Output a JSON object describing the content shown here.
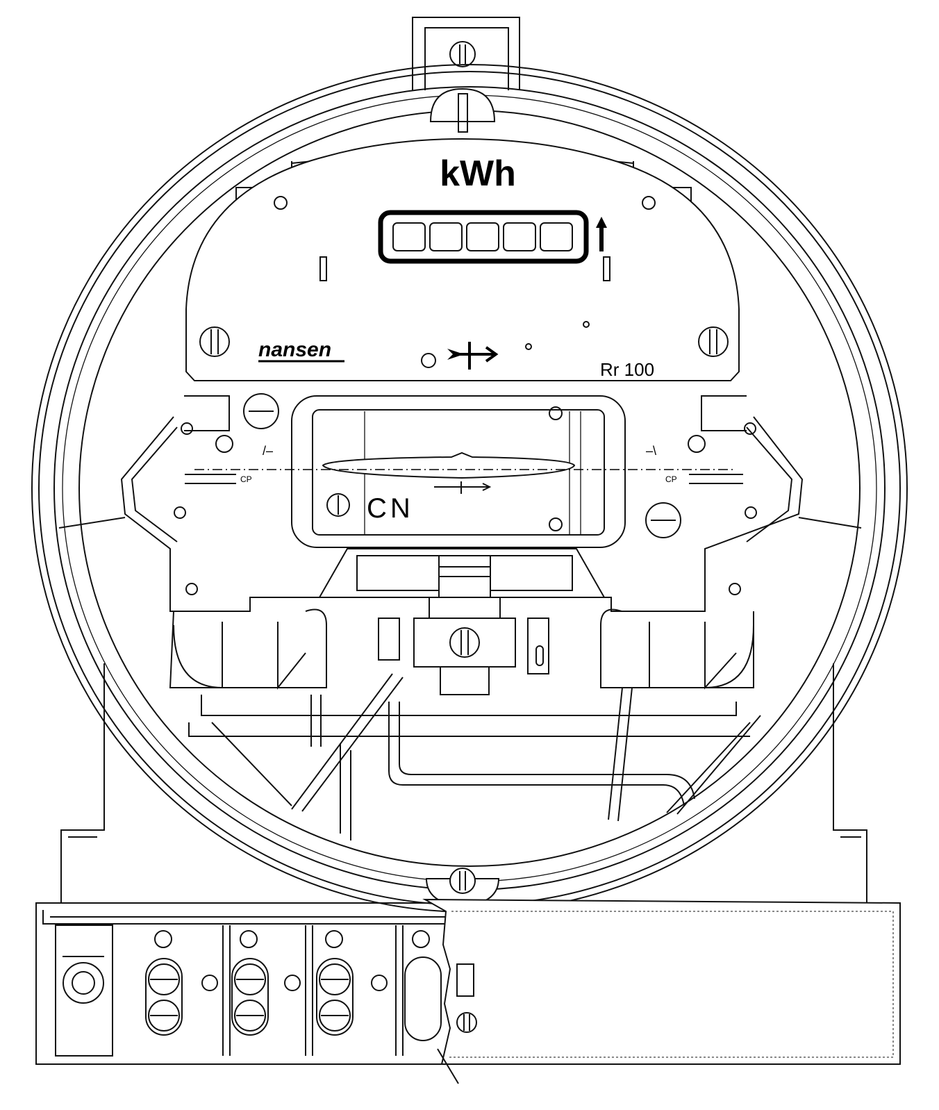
{
  "unit_label": "kWh",
  "brand": "nansen",
  "meter_constant": "Rr 100",
  "left_side_label": "CP",
  "right_side_label": "CP",
  "rotor_mark": "CN",
  "left_sign": "/–",
  "right_sign": "–\\",
  "register_digit_count": 5
}
